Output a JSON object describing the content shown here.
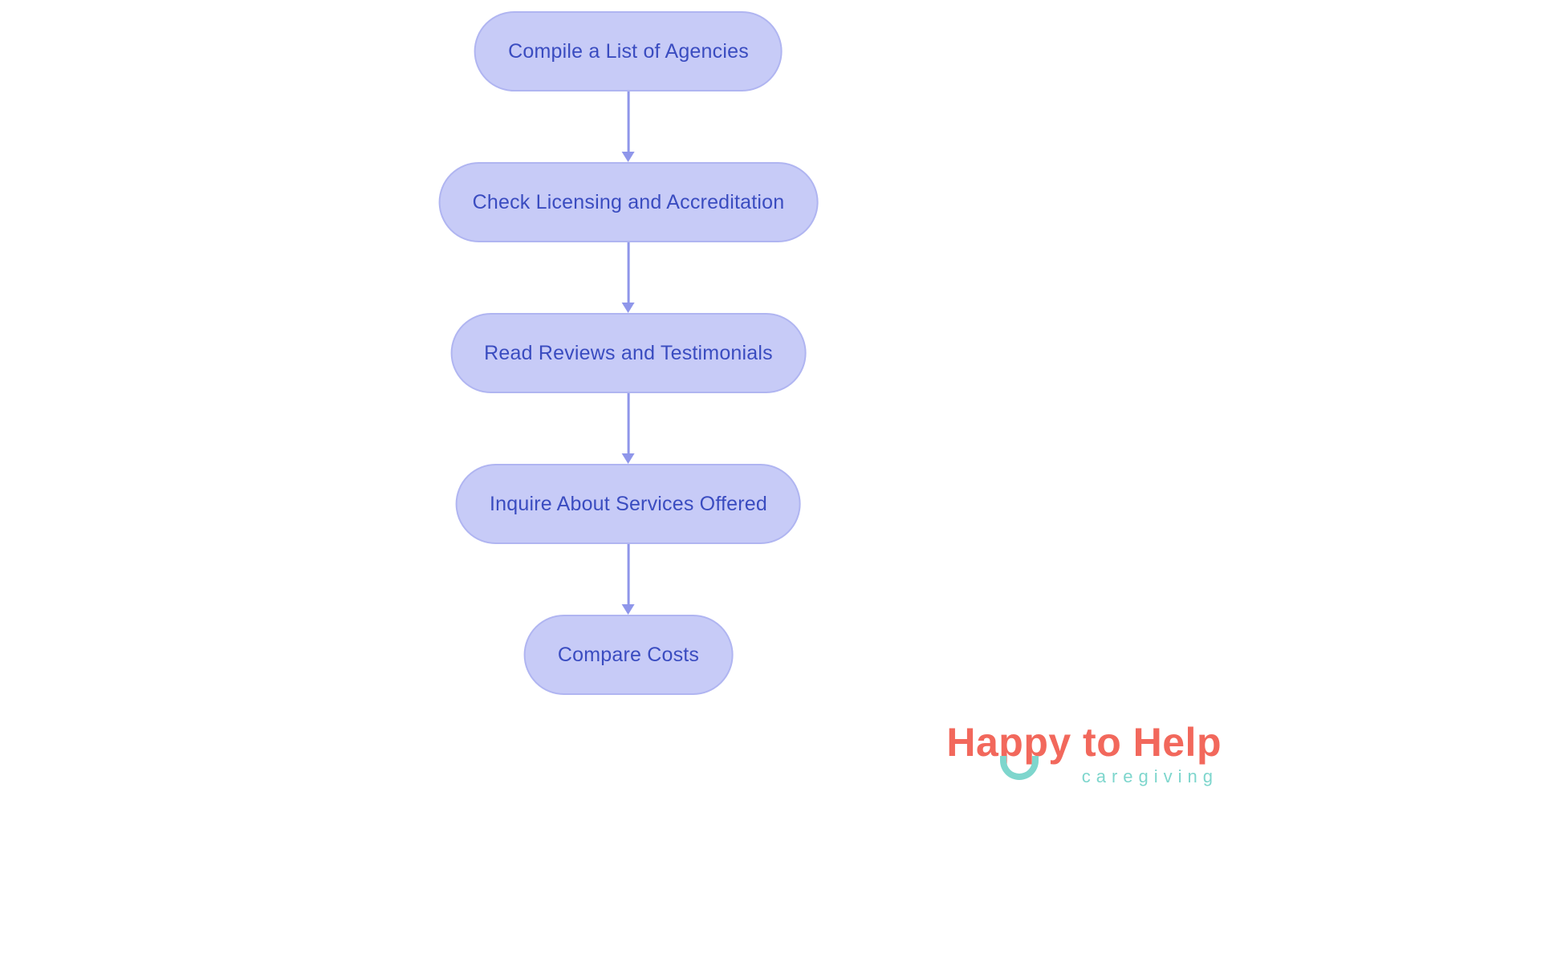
{
  "flowchart": {
    "nodes": [
      {
        "label": "Compile a List of Agencies"
      },
      {
        "label": "Check Licensing and Accreditation"
      },
      {
        "label": "Read Reviews and Testimonials"
      },
      {
        "label": "Inquire About Services Offered"
      },
      {
        "label": "Compare Costs"
      }
    ],
    "colors": {
      "node_fill": "#c7cbf7",
      "node_border": "#b0b5f1",
      "node_text": "#3a4cc0",
      "arrow": "#8f96ea"
    }
  },
  "logo": {
    "title": "Happy to Help",
    "subtitle": "caregiving",
    "colors": {
      "title": "#f2685c",
      "subtitle": "#7ed6cd"
    }
  }
}
